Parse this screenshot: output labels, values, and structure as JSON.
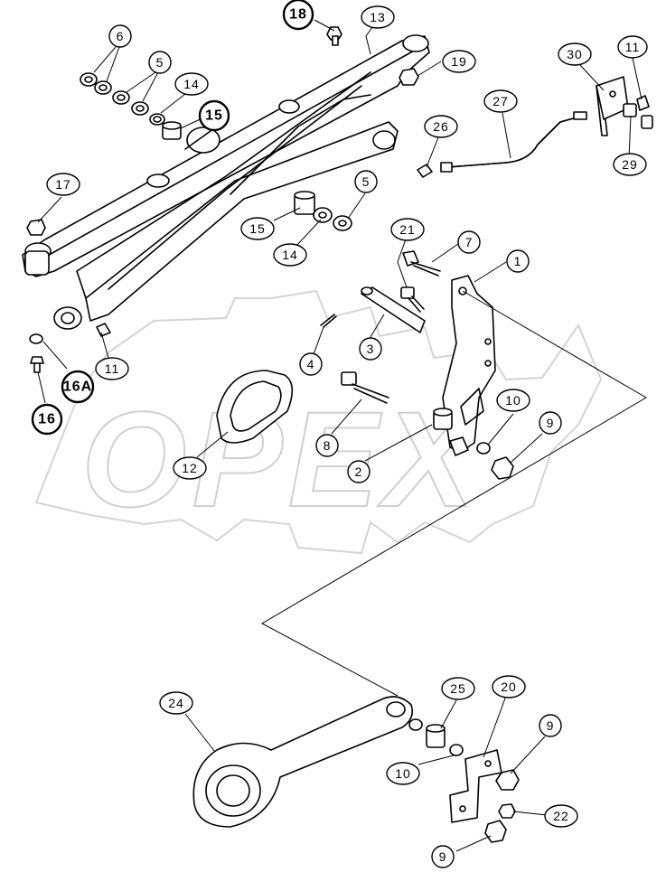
{
  "watermark": {
    "text": "OPEX"
  },
  "callouts": [
    {
      "id": "c18",
      "label": "18"
    },
    {
      "id": "c13",
      "label": "13"
    },
    {
      "id": "c6",
      "label": "6"
    },
    {
      "id": "c5a",
      "label": "5"
    },
    {
      "id": "c14a",
      "label": "14"
    },
    {
      "id": "c15a",
      "label": "15"
    },
    {
      "id": "c19",
      "label": "19"
    },
    {
      "id": "c30",
      "label": "30"
    },
    {
      "id": "c11a",
      "label": "11"
    },
    {
      "id": "c27",
      "label": "27"
    },
    {
      "id": "c26",
      "label": "26"
    },
    {
      "id": "c29",
      "label": "29"
    },
    {
      "id": "c17",
      "label": "17"
    },
    {
      "id": "c5b",
      "label": "5"
    },
    {
      "id": "c15b",
      "label": "15"
    },
    {
      "id": "c14b",
      "label": "14"
    },
    {
      "id": "c21",
      "label": "21"
    },
    {
      "id": "c7",
      "label": "7"
    },
    {
      "id": "c1",
      "label": "1"
    },
    {
      "id": "c3",
      "label": "3"
    },
    {
      "id": "c4",
      "label": "4"
    },
    {
      "id": "c11b",
      "label": "11"
    },
    {
      "id": "c16a",
      "label": "16A"
    },
    {
      "id": "c16",
      "label": "16"
    },
    {
      "id": "c10a",
      "label": "10"
    },
    {
      "id": "c9a",
      "label": "9"
    },
    {
      "id": "c8",
      "label": "8"
    },
    {
      "id": "c2",
      "label": "2"
    },
    {
      "id": "c12",
      "label": "12"
    },
    {
      "id": "c24",
      "label": "24"
    },
    {
      "id": "c25",
      "label": "25"
    },
    {
      "id": "c20",
      "label": "20"
    },
    {
      "id": "c9b",
      "label": "9"
    },
    {
      "id": "c10b",
      "label": "10"
    },
    {
      "id": "c22",
      "label": "22"
    },
    {
      "id": "c9c",
      "label": "9"
    }
  ]
}
